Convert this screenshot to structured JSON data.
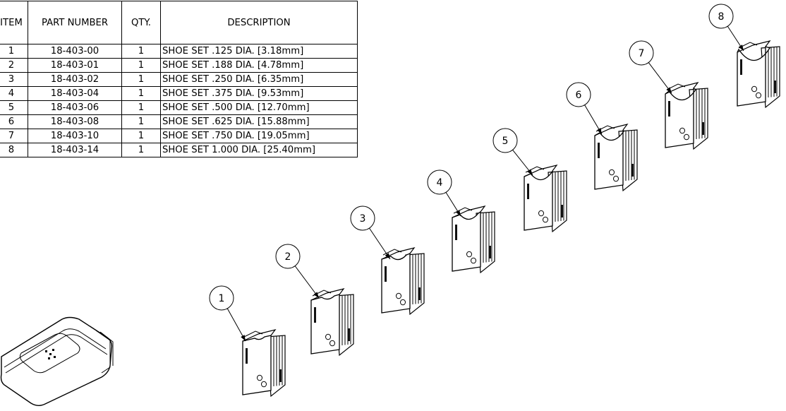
{
  "bom": {
    "headers": [
      "ITEM",
      "PART NUMBER",
      "QTY.",
      "DESCRIPTION"
    ],
    "rows": [
      {
        "item": "1",
        "part": "18-403-00",
        "qty": "1",
        "desc": "SHOE SET .125 DIA. [3.18mm]"
      },
      {
        "item": "2",
        "part": "18-403-01",
        "qty": "1",
        "desc": "SHOE SET .188 DIA. [4.78mm]"
      },
      {
        "item": "3",
        "part": "18-403-02",
        "qty": "1",
        "desc": "SHOE SET .250 DIA. [6.35mm]"
      },
      {
        "item": "4",
        "part": "18-403-04",
        "qty": "1",
        "desc": "SHOE SET .375 DIA. [9.53mm]"
      },
      {
        "item": "5",
        "part": "18-403-06",
        "qty": "1",
        "desc": "SHOE SET .500 DIA. [12.70mm]"
      },
      {
        "item": "6",
        "part": "18-403-08",
        "qty": "1",
        "desc": "SHOE SET .625 DIA. [15.88mm]"
      },
      {
        "item": "7",
        "part": "18-403-10",
        "qty": "1",
        "desc": "SHOE SET .750 DIA. [19.05mm]"
      },
      {
        "item": "8",
        "part": "18-403-14",
        "qty": "1",
        "desc": "SHOE SET 1.000 DIA. [25.40mm]"
      }
    ]
  },
  "balloons": [
    "1",
    "2",
    "3",
    "4",
    "5",
    "6",
    "7",
    "8"
  ],
  "colors": {
    "line": "#000000",
    "paper": "#ffffff",
    "engrave": "#111111"
  }
}
